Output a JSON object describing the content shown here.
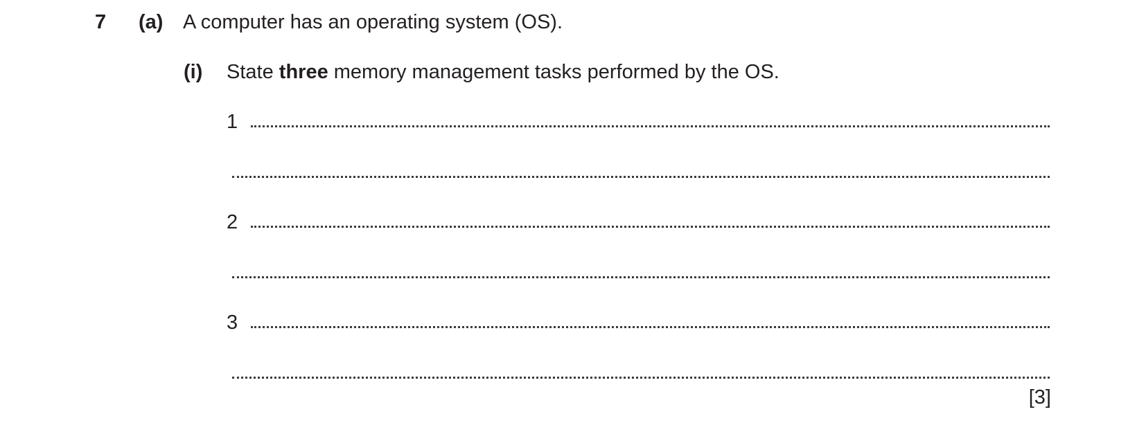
{
  "question": {
    "number": "7",
    "part_label": "(a)",
    "stem": "A computer has an operating system (OS).",
    "subpart_label": "(i)",
    "prompt_before": "State ",
    "prompt_bold": "three",
    "prompt_after": " memory management tasks performed by the OS.",
    "answers": [
      {
        "number": "1"
      },
      {
        "number": "2"
      },
      {
        "number": "3"
      }
    ],
    "marks": "[3]"
  }
}
